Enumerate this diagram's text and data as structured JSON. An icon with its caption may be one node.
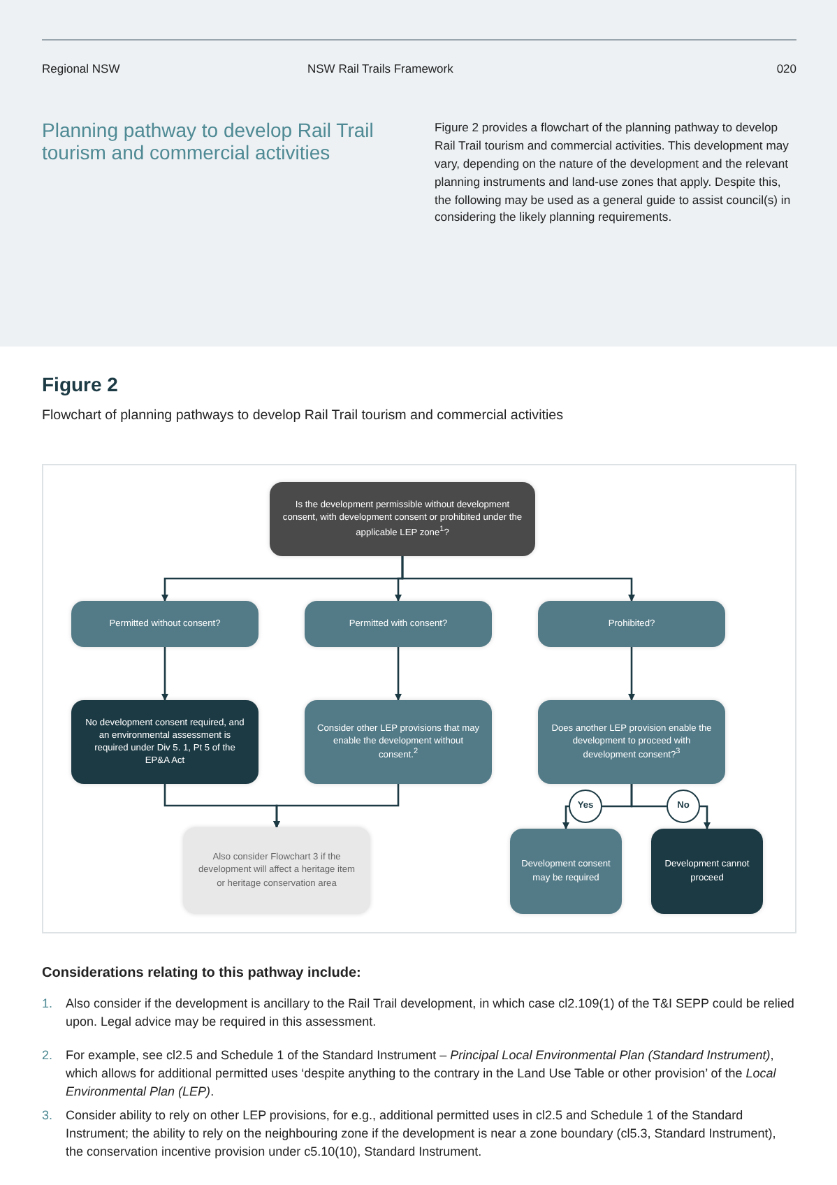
{
  "diagram": {
    "title": "Planning pathway to develop Rail Trail tourism and commercial activities",
    "nodes": [
      {
        "text": [
          "Is the development permissible without development consent, with development consent or prohibited under the applicable LEP zone$^{1}$?"
        ]
      },
      {
        "text": [
          "Permitted without consent?"
        ]
      },
      {
        "text": [
          "Permitted with consent?"
        ]
      },
      {
        "text": [
          "Prohibited?"
        ]
      },
      {
        "text": [
          "No development consent required, and an environmental assessment is required under Div 5. 1, Pt 5 of the EP&A Act"
        ]
      },
      {
        "text": [
          "Consider other LEP provisions that may enable the development without consent.$^{2}$"
        ]
      },
      {
        "text": [
          "Does another LEP provision enable the development to proceed with development consent?$^{3}$"
        ]
      },
      {
        "text": [
          "Also consider Flowchart 3 if the development will affect a heritage item or heritage conservation area"
        ]
      },
      {
        "text": [
          "Yes"
        ]
      },
      {
        "text": [
          "No"
        ]
      },
      {
        "text": [
          "Development consent may be required"
        ]
      },
      {
        "text": [
          "Development cannot proceed"
        ]
      }
    ],
    "edges": [
      {
        "from": 0,
        "to": 1,
        "arrow": "to"
      },
      {
        "from": 0,
        "to": 2,
        "arrow": "to"
      },
      {
        "from": 0,
        "to": 3,
        "arrow": "to"
      },
      {
        "from": 1,
        "to": 4,
        "arrow": "to"
      },
      {
        "from": 2,
        "to": 5,
        "arrow": "to"
      },
      {
        "from": 3,
        "to": 6,
        "arrow": "to"
      },
      {
        "from": 4,
        "to": 7,
        "arrow": "to"
      },
      {
        "from": 5,
        "to": 7,
        "arrow": "to"
      },
      {
        "from": 6,
        "to": 8,
        "arrow": "none"
      },
      {
        "from": 8,
        "to": 10,
        "arrow": "to"
      },
      {
        "from": 6,
        "to": 9,
        "arrow": "none"
      },
      {
        "from": 9,
        "to": 11,
        "arrow": "to"
      }
    ],
    "labels": [
      "Regional NSW",
      "NSW Rail Trails Framework",
      "020",
      "Figure 2 provides a flowchart of the planning pathway to develop Rail Trail tourism and commercial activities. This development may vary, depending on the nature of the development and the relevant planning instruments and land-use zones that apply. Despite this, the following may be used as a general guide to assist council(s) in considering the likely planning requirements.",
      "Figure 2",
      "Flowchart of planning pathways to develop Rail Trail tourism and commercial activities",
      "Considerations relating to this pathway include:",
      "1.",
      "Also consider if the development is ancillary to the Rail Trail development, in which case cl2.109(1) of the T&I SEPP could be relied upon. Legal advice may be required in this assessment.",
      "2.",
      "For example, see cl2.5 and Schedule 1 of the Standard Instrument – *Principal Local Environmental Plan (Standard Instrument)*, which allows for additional permitted uses ‘despite anything to the contrary in the Land Use Table or other provision’ of the *Local Environmental Plan (LEP)*.",
      "3.",
      "Consider ability to rely on other LEP provisions, for e.g., additional permitted uses in cl2.5 and Schedule 1 of the Standard Instrument; the ability to rely on the neighbouring zone if the development is near a zone boundary (cl5.3, Standard Instrument), the conservation incentive provision under c5.10(10), Standard Instrument."
    ]
  }
}
